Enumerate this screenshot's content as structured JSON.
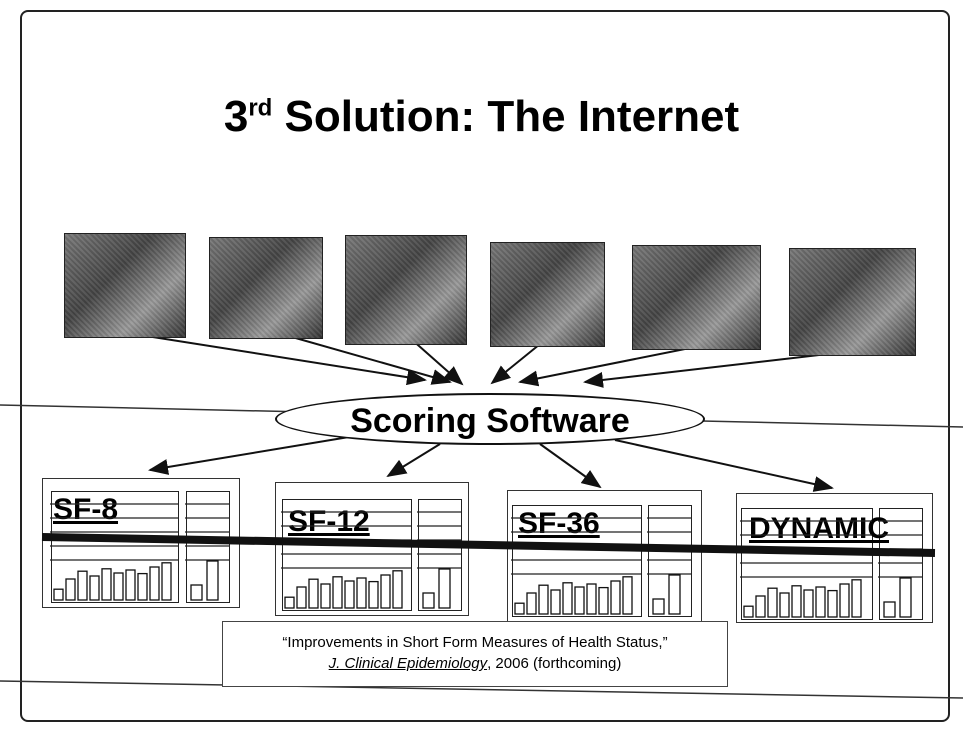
{
  "slide": {
    "title_prefix": "3",
    "title_sup": "rd",
    "title_rest": " Solution:  The Internet"
  },
  "center": {
    "label": "Scoring Software"
  },
  "forms": [
    "SF-8",
    "SF-12",
    "SF-36",
    "DYNAMIC"
  ],
  "citation": {
    "line1": "“Improvements in Short Form Measures of Health Status,”",
    "journal": "J. Clinical Epidemiology",
    "rest": ", 2006 (forthcoming)"
  }
}
